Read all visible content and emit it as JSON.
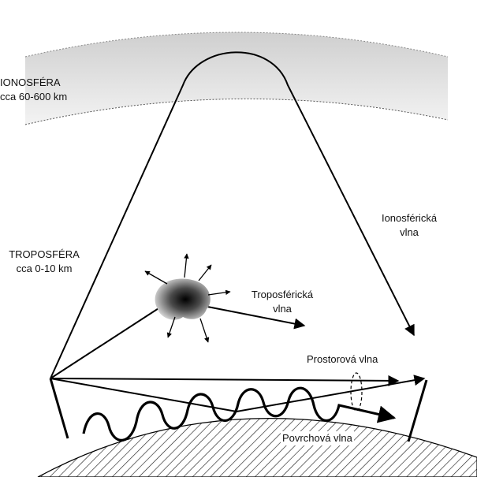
{
  "labels": {
    "ionosphere": {
      "line1": "IONOSFÉRA",
      "line2": "cca 60-600 km"
    },
    "troposphere": {
      "line1": "TROPOSFÉRA",
      "line2": "cca 0-10 km"
    },
    "ionospheric_wave": {
      "line1": "Ionosférická",
      "line2": "vlna"
    },
    "tropospheric_wave": {
      "line1": "Troposférická",
      "line2": "vlna"
    },
    "space_wave": "Prostorová vlna",
    "ground_wave": "Povrchová vlna"
  },
  "colors": {
    "stroke": "#000000",
    "ionosphere_band_top": "#d0d0d0",
    "ionosphere_band_bottom": "#f2f2f2",
    "hatch": "#222222"
  }
}
